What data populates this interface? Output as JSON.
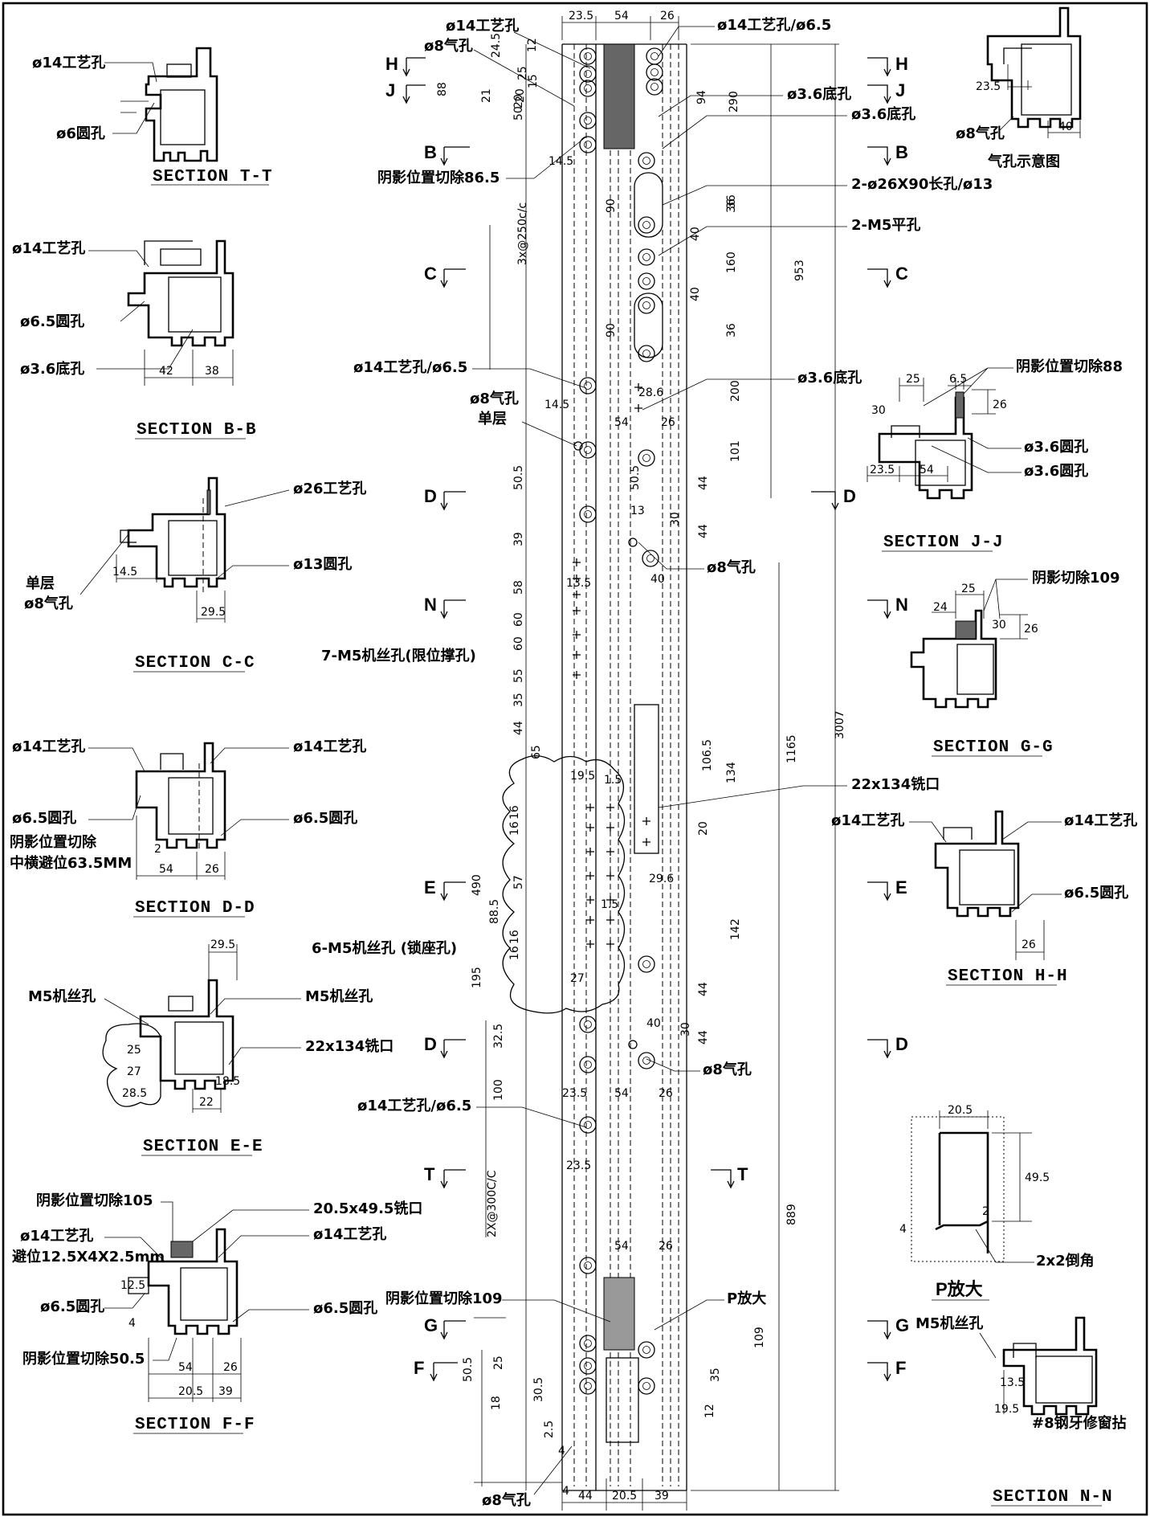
{
  "sections": {
    "tt": {
      "title": "SECTION  T-T",
      "l1": "ø14工艺孔",
      "l2": "ø6圆孔"
    },
    "bb": {
      "title": "SECTION  B-B",
      "l1": "ø14工艺孔",
      "l2": "ø6.5圆孔",
      "l3": "ø3.6底孔",
      "d1": "42",
      "d2": "38"
    },
    "cc": {
      "title": "SECTION  C-C",
      "l1": "ø26工艺孔",
      "l2": "ø13圆孔",
      "l3": "单层",
      "l4": "ø8气孔",
      "d1": "14.5",
      "d2": "29.5"
    },
    "dd": {
      "title": "SECTION  D-D",
      "l1": "ø14工艺孔",
      "l2": "ø14工艺孔",
      "l3": "ø6.5圆孔",
      "l4": "ø6.5圆孔",
      "l5": "阴影位置切除",
      "l6": "中横避位63.5MM",
      "d1": "2",
      "d2": "54",
      "d3": "26"
    },
    "ee": {
      "title": "SECTION  E-E",
      "l1": "M5机丝孔",
      "l2": "M5机丝孔",
      "l3": "22x134铣口",
      "d1": "29.5",
      "d2": "25",
      "d3": "27",
      "d4": "28.5",
      "d5": "22",
      "d6": "18.5"
    },
    "ff": {
      "title": "SECTION  F-F",
      "l1": "阴影位置切除105",
      "l2": "ø14工艺孔",
      "l3": "避位12.5X4X2.5mm",
      "l4": "ø6.5圆孔",
      "l5": "阴影位置切除50.5",
      "l6": "20.5x49.5铣口",
      "l7": "ø14工艺孔",
      "l8": "ø6.5圆孔",
      "d1": "12.5",
      "d2": "4",
      "d3": "54",
      "d4": "26",
      "d5": "20.5",
      "d6": "39"
    },
    "vent": {
      "title": "气孔示意图",
      "l1": "ø8气孔",
      "d1": "23.5",
      "d2": "40"
    },
    "jj": {
      "title": "SECTION  J-J",
      "l1": "阴影位置切除88",
      "l2": "ø3.6圆孔",
      "l3": "ø3.6圆孔",
      "d1": "25",
      "d2": "6.5",
      "d3": "30",
      "d4": "26",
      "d5": "23.5",
      "d6": "54"
    },
    "gg": {
      "title": "SECTION  G-G",
      "l1": "阴影切除109",
      "d1": "25",
      "d2": "24",
      "d3": "30",
      "d4": "26"
    },
    "hh": {
      "title": "SECTION  H-H",
      "l1": "ø14工艺孔",
      "l2": "ø14工艺孔",
      "l3": "ø6.5圆孔",
      "d1": "26"
    },
    "p": {
      "title": "P放大",
      "l1": "2x2倒角",
      "d1": "20.5",
      "d2": "49.5",
      "d3": "2",
      "d4": "4"
    },
    "nn": {
      "title": "SECTION  N-N",
      "l1": "M5机丝孔",
      "l2": "#8钢牙修窗拈",
      "d1": "13.5",
      "d2": "19.5"
    }
  },
  "cuts": {
    "h": "H",
    "j": "J",
    "b": "B",
    "c": "C",
    "d": "D",
    "n": "N",
    "e": "E",
    "t": "T",
    "g": "G",
    "f": "F"
  },
  "main": {
    "top_dims": [
      "23.5",
      "54",
      "26"
    ],
    "bottom_dims": [
      "44",
      "20.5",
      "39"
    ],
    "labels": {
      "a1": "ø14工艺孔",
      "a2": "ø8气孔",
      "a3": "ø14工艺孔/ø6.5",
      "a4": "ø3.6底孔",
      "a5": "ø3.6底孔",
      "a6": "阴影位置切除86.5",
      "a7": "2-ø26X90长孔/ø13",
      "a8": "2-M5平孔",
      "a9": "ø14工艺孔/ø6.5",
      "a10": "ø3.6底孔",
      "a11": "ø8气孔",
      "a12": "单层",
      "a13": "ø8气孔",
      "a14": "7-M5机丝孔(限位撑孔)",
      "a15": "22x134铣口",
      "a16": "6-M5机丝孔 (锁座孔)",
      "a17": "ø8气孔",
      "a18": "ø14工艺孔/ø6.5",
      "a19": "阴影位置切除109",
      "a20": "P放大",
      "a21": "ø8气孔"
    },
    "vdims": {
      "v1": "24.5",
      "v2": "25",
      "v3": "12",
      "v4": "88",
      "v5": "21",
      "v6": "20",
      "v7": "15",
      "v8": "50",
      "v9": "20",
      "v10": "94",
      "v11": "290",
      "v12": "14.5",
      "v13": "36",
      "v14": "3x@250c/c",
      "v15": "90",
      "v16": "36",
      "v17": "40",
      "v18": "160",
      "v19": "40",
      "v20": "953",
      "v21": "36",
      "v22": "90",
      "v23": "14.5",
      "v24": "28.6",
      "v25": "200",
      "v26": "54",
      "v27": "26",
      "v28": "101",
      "v29": "50.5",
      "v30": "50.5",
      "v31": "44",
      "v32": "13",
      "v33": "30",
      "v34": "39",
      "v35": "44",
      "v36": "40",
      "v37": "58",
      "v38": "13.5",
      "v39": "60",
      "v40": "60",
      "v41": "55",
      "v42": "35",
      "v43": "44",
      "v44": "65",
      "v45": "19.5",
      "v46": "1.5",
      "v47": "106.5",
      "v48": "134",
      "v49": "1165",
      "v50": "3007",
      "v51": "16",
      "v52": "16",
      "v53": "20",
      "v54": "490",
      "v55": "57",
      "v56": "29.6",
      "v57": "1.5",
      "v58": "88.5",
      "v59": "16",
      "v60": "16",
      "v61": "142",
      "v62": "195",
      "v63": "27",
      "v64": "44",
      "v65": "40",
      "v66": "30",
      "v67": "32.5",
      "v68": "44",
      "v69": "100",
      "v70": "23.5",
      "v71": "54",
      "v72": "26",
      "v73": "23.5",
      "v74": "2X@300C/C",
      "v75": "889",
      "v76": "54",
      "v77": "26",
      "v78": "109",
      "v79": "50.5",
      "v80": "25",
      "v81": "30.5",
      "v82": "35",
      "v83": "4",
      "v84": "18",
      "v85": "2.5",
      "v86": "12",
      "v87": "4"
    }
  }
}
